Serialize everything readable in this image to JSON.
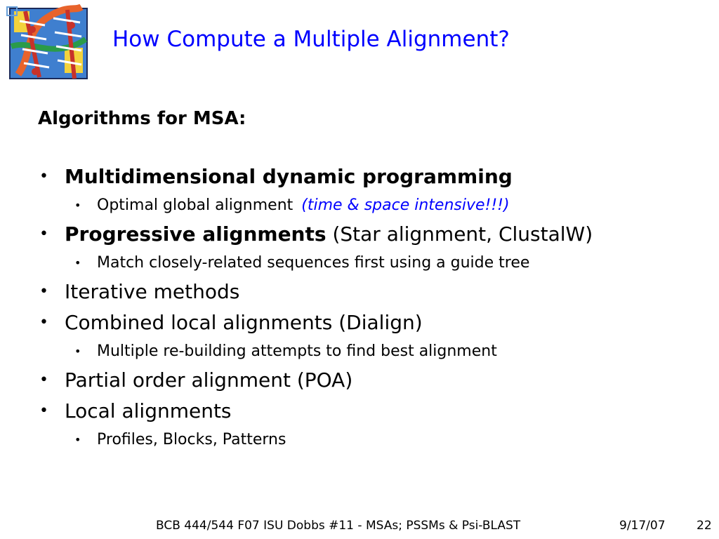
{
  "slide": {
    "title": "How Compute a Multiple Alignment?",
    "heading": "Algorithms for MSA:",
    "items": [
      {
        "level": 1,
        "bold": "Multidimensional dynamic programming",
        "text": "",
        "note": ""
      },
      {
        "level": 2,
        "bold": "",
        "text": "Optimal global alignment",
        "note": "(time & space intensive!!!)"
      },
      {
        "level": 1,
        "bold": "Progressive alignments",
        "text": " (Star alignment, ClustalW)",
        "note": ""
      },
      {
        "level": 2,
        "bold": "",
        "text": "Match closely-related sequences first using a guide tree",
        "note": ""
      },
      {
        "level": 1,
        "bold": "",
        "text": "Iterative methods",
        "note": ""
      },
      {
        "level": 1,
        "bold": "",
        "text": "Combined local alignments (Dialign)",
        "note": ""
      },
      {
        "level": 2,
        "bold": "",
        "text": "Multiple re-building attempts to find best alignment",
        "note": ""
      },
      {
        "level": 1,
        "bold": "",
        "text": "Partial order alignment (POA)",
        "note": ""
      },
      {
        "level": 1,
        "bold": "",
        "text": "Local alignments",
        "note": ""
      },
      {
        "level": 2,
        "bold": "",
        "text": "Profiles, Blocks, Patterns",
        "note": ""
      }
    ],
    "bullet_glyph": "•"
  },
  "footer": {
    "course": "BCB 444/544 F07 ISU Dobbs #11 - MSAs; PSSMs & Psi-BLAST",
    "date": "9/17/07",
    "page": "22"
  },
  "colors": {
    "title": "#0000ff",
    "note": "#0000ff",
    "text": "#000000"
  },
  "icons": {
    "logo": "dna-clipart-icon"
  }
}
